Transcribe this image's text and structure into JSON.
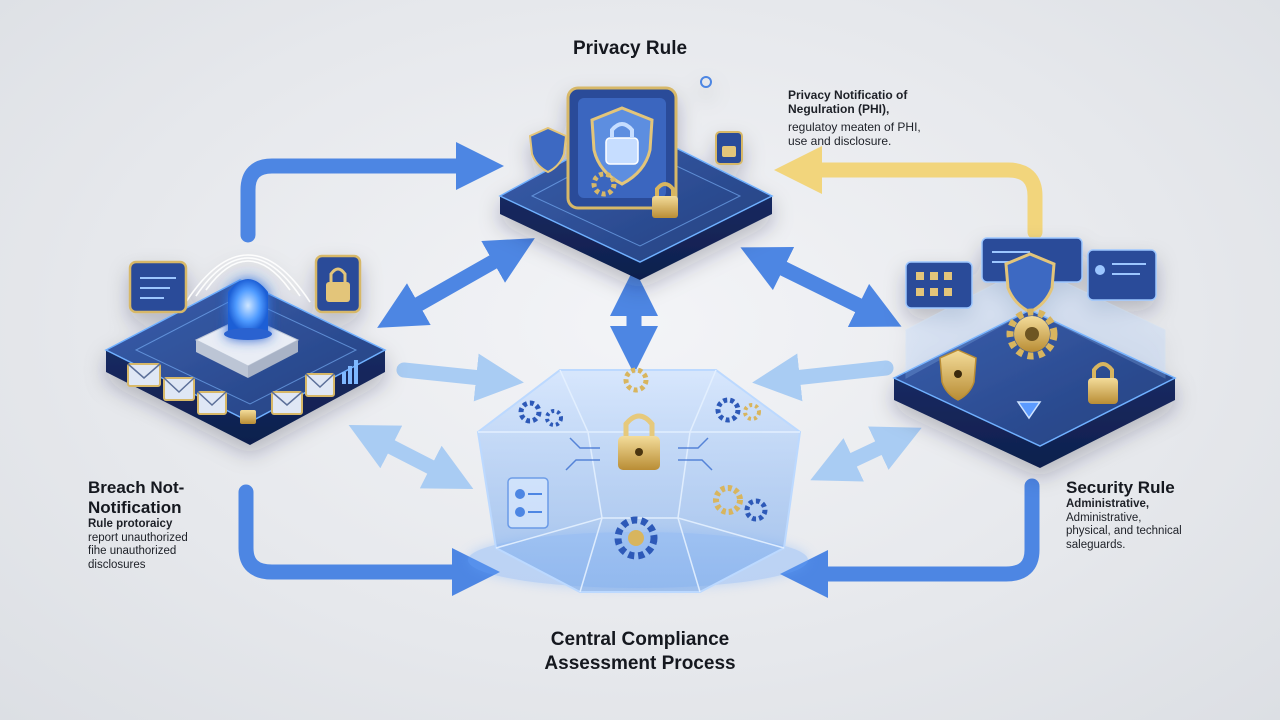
{
  "nodes": {
    "privacy": {
      "title": "Privacy Rule",
      "desc": [
        "Privacy Notificatio of",
        "Negulration (PHI),",
        "regulatoy meaten of PHI,",
        "use and disclosure."
      ]
    },
    "breach": {
      "title_lines": [
        "Breach Not-",
        "Notification"
      ],
      "desc": [
        "Rule protoraicy",
        "report unauthorized",
        "fihe unauthorized",
        "disclosures"
      ]
    },
    "security": {
      "title": "Security Rule",
      "desc": [
        "Administrative,",
        "Administrative,",
        "physical, and technical",
        "saleguards."
      ]
    },
    "central": {
      "title_lines": [
        "Central Compliance",
        "Assessment Process"
      ]
    }
  },
  "colors": {
    "arrow_blue": "#4d86e3",
    "arrow_light": "#a9ccf3",
    "arrow_gold": "#f2d57c",
    "platform_dark": "#1f3778",
    "platform_top": "#2f4f9a",
    "glow": "#6db2ff",
    "gold": "#c9a24a"
  },
  "icons": [
    "lock-icon",
    "shield-icon",
    "gear-icon",
    "envelope-icon",
    "alarm-beacon-icon",
    "document-icon"
  ]
}
